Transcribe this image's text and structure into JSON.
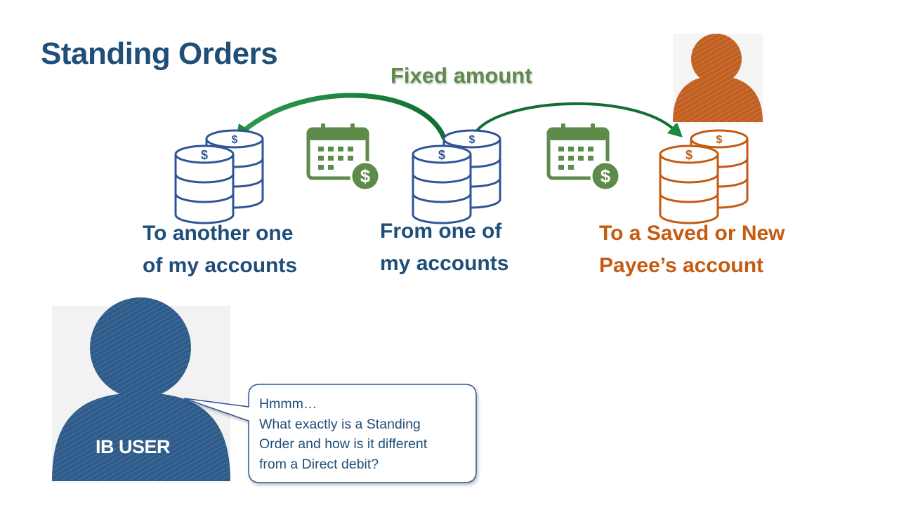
{
  "title": "Standing Orders",
  "arrow_label": "Fixed amount",
  "nodes": {
    "left": {
      "line1": "To another one",
      "line2": "of my accounts"
    },
    "center": {
      "line1": "From one of",
      "line2": "my accounts"
    },
    "right": {
      "line1": "To a Saved or New",
      "line2": "Payee’s account"
    }
  },
  "user": {
    "label": "IB USER"
  },
  "speech_bubble": {
    "line1": "Hmmm…",
    "line2": "What exactly is a Standing",
    "line3": "Order and how is it different",
    "line4": "from a Direct debit?"
  },
  "icons": {
    "coins": "coin-stack-icon",
    "calendar": "calendar-dollar-icon",
    "person": "person-icon"
  },
  "colors": {
    "blue": "#1f4e79",
    "green": "#5e8a4a",
    "orange": "#c55a11",
    "arrow_green": "#1a8a3e"
  }
}
